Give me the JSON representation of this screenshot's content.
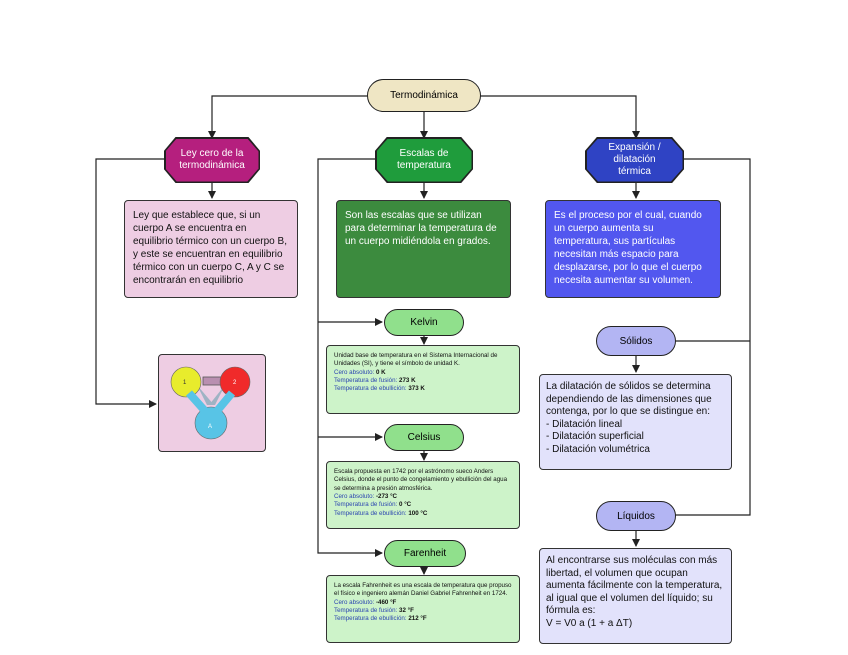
{
  "root": {
    "label": "Termodinámica"
  },
  "ley_cero": {
    "title": "Ley cero de la termodinámica",
    "text": "Ley que establece que, si un cuerpo A se encuentra en equilibrio térmico con un cuerpo B, y este se encuentran en equilibrio térmico con un cuerpo C, A y C se encontrarán en equilibrio",
    "image_labels": {
      "one": "1",
      "two": "2",
      "a": "A"
    }
  },
  "escalas": {
    "title": "Escalas de temperatura",
    "text": "Son las escalas que se utilizan para determinar la temperatura de un cuerpo midiéndola en grados."
  },
  "kelvin": {
    "title": "Kelvin",
    "text": "Unidad base de temperatura en el Sistema Internacional de Unidades (SI), y tiene el símbolo de unidad K.",
    "rows": [
      {
        "label": "Cero absoluto:",
        "value": "0 K"
      },
      {
        "label": "Temperatura de fusión:",
        "value": "273 K"
      },
      {
        "label": "Temperatura de ebullición:",
        "value": "373 K"
      }
    ]
  },
  "celsius": {
    "title": "Celsius",
    "text": "Escala propuesta en 1742 por el astrónomo sueco Anders Celsius, donde el punto de congelamiento y ebullición del agua se determina a presión atmosférica.",
    "rows": [
      {
        "label": "Cero absoluto:",
        "value": "-273 °C"
      },
      {
        "label": "Temperatura de fusión:",
        "value": "0 °C"
      },
      {
        "label": "Temperatura de ebullición:",
        "value": "100 °C"
      }
    ]
  },
  "farenheit": {
    "title": "Farenheit",
    "text": "La escala Fahrenheit es una escala de temperatura que propuso el físico e ingeniero alemán Daniel Gabriel Fahrenheit en 1724.",
    "rows": [
      {
        "label": "Cero absoluto:",
        "value": "-460 °F"
      },
      {
        "label": "Temperatura de fusión:",
        "value": "32 °F"
      },
      {
        "label": "Temperatura de ebullición:",
        "value": "212 °F"
      }
    ]
  },
  "expansion": {
    "title": "Expansión / dilatación térmica",
    "text": "Es el proceso por el cual, cuando un cuerpo aumenta su temperatura, sus partículas necesitan más espacio para desplazarse, por lo que el cuerpo necesita aumentar su volumen."
  },
  "solidos": {
    "title": "Sólidos",
    "text": "La dilatación de sólidos se determina dependiendo de las dimensiones que contenga, por lo que se distingue en:",
    "items": [
      "- Dilatación lineal",
      "- Dilatación superficial",
      "- Dilatación volumétrica"
    ]
  },
  "liquidos": {
    "title": "Líquidos",
    "text": "Al encontrarse sus moléculas con más libertad, el volumen que ocupan aumenta fácilmente con la temperatura, al igual que el volumen del líquido; su fórmula es:",
    "formula": "V = V0 a (1 + a ΔT)"
  },
  "colors": {
    "root": "#efe6c4",
    "ley_cero": "#b51f7e",
    "ley_box": "#eecde3",
    "escalas": "#1f9c3c",
    "escalas_box": "#3c8b3e",
    "scale_pill": "#90e08c",
    "scale_box": "#cdf3c9",
    "expansion": "#2f43c4",
    "expansion_box": "#5257ef",
    "sub_pill": "#b3b5f3",
    "sub_box": "#e2e2fb"
  }
}
